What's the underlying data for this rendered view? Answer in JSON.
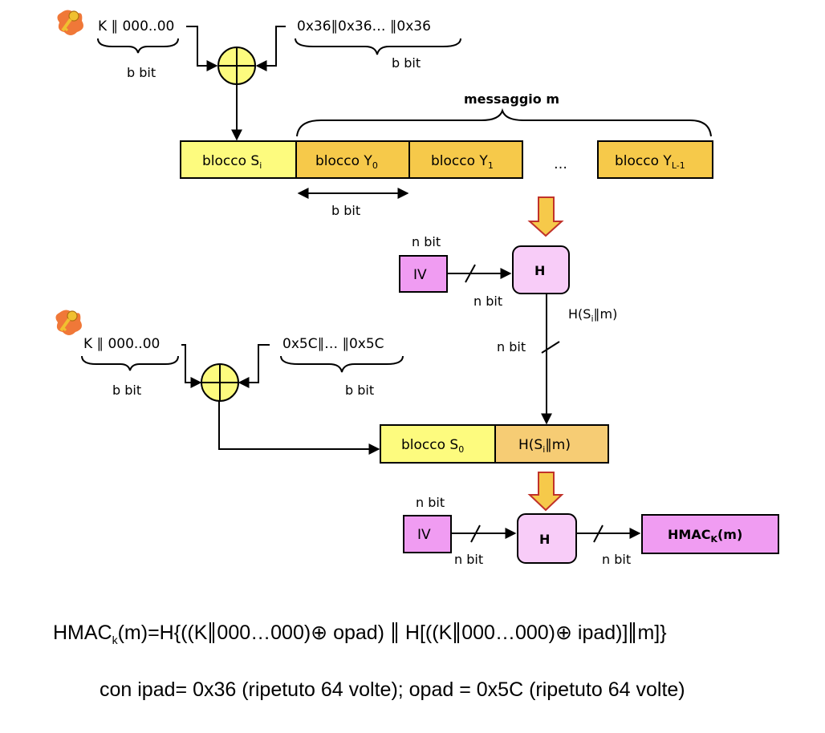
{
  "colors": {
    "block_light_yellow": "#fdfb7e",
    "block_gold": "#f6c94a",
    "block_tan": "#f6cc74",
    "hash_box": "#f8ccf8",
    "iv_box": "#f09cf2",
    "xor_fill": "#fdfb7e",
    "down_arrow_fill": "#f6c94a",
    "down_arrow_stroke": "#c0322a",
    "key_icon_bg": "#f07838",
    "key_icon_key": "#f0c030"
  },
  "inner": {
    "key_icon": "key-icon",
    "key_label": "K ∥ 000..00",
    "key_bits": "b bit",
    "pad_label": "0x36∥0x36… ∥0x36",
    "pad_bits": "b bit",
    "message_label": "messaggio m",
    "blocks": [
      {
        "main": "blocco S",
        "sub": "i"
      },
      {
        "main": "blocco Y",
        "sub": "0"
      },
      {
        "main": "blocco Y",
        "sub": "1"
      },
      {
        "main": "…",
        "sub": ""
      },
      {
        "main": "blocco Y",
        "sub": "L-1"
      }
    ],
    "block_width_label": "b bit",
    "iv_label": "IV",
    "iv_bits_top": "n bit",
    "iv_bits_bottom": "n bit",
    "hash_label": "H",
    "hash_output": {
      "prefix": "H(S",
      "sub": "i",
      "suffix": "∥m)"
    },
    "hash_output_bits": "n bit"
  },
  "outer": {
    "key_icon": "key-icon",
    "key_label": "K ∥ 000..00",
    "key_bits": "b bit",
    "pad_label": "0x5C∥… ∥0x5C",
    "pad_bits": "b bit",
    "blocks": [
      {
        "main": "blocco S",
        "sub": "0"
      },
      {
        "main": "H(S",
        "sub": "i",
        "suffix": "∥m)"
      }
    ],
    "iv_label": "IV",
    "iv_bits_top": "n bit",
    "iv_bits_bottom": "n bit",
    "hash_label": "H",
    "output_bits": "n bit",
    "result": {
      "main": "HMAC",
      "sub": "K",
      "suffix": "(m)"
    }
  },
  "formula": {
    "line1": {
      "lhs_main": "HMAC",
      "lhs_sub": "k",
      "part1": "(m)=H{((K",
      "part2": "000…000)⊕ opad)",
      "part3": "H[((K",
      "part4": "000…000)⊕ ipad)]",
      "part5": "m]}"
    },
    "line2": "con ipad= 0x36 (ripetuto 64 volte); opad = 0x5C (ripetuto 64 volte)"
  }
}
